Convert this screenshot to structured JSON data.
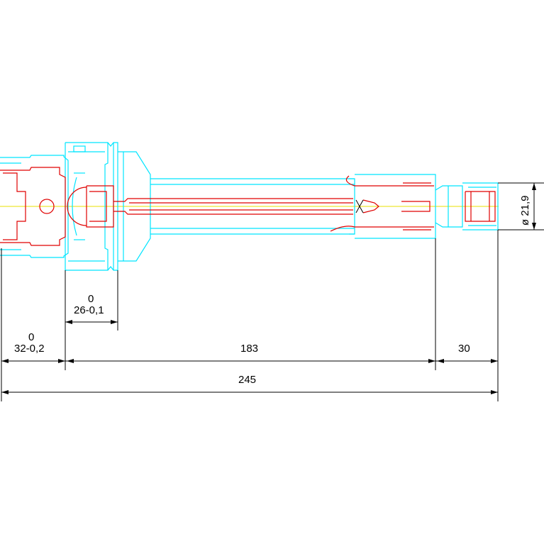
{
  "dimensions": {
    "d32_tol": "0",
    "d32": "32-0,2",
    "d26_tol": "0",
    "d26": "26-0,1",
    "d183": "183",
    "d30": "30",
    "d245": "245",
    "diameter": "ø 21,9"
  },
  "colors": {
    "outline": "#00e5ff",
    "section": "#e00000",
    "centerline": "#e8e000",
    "dimension": "#000000"
  }
}
